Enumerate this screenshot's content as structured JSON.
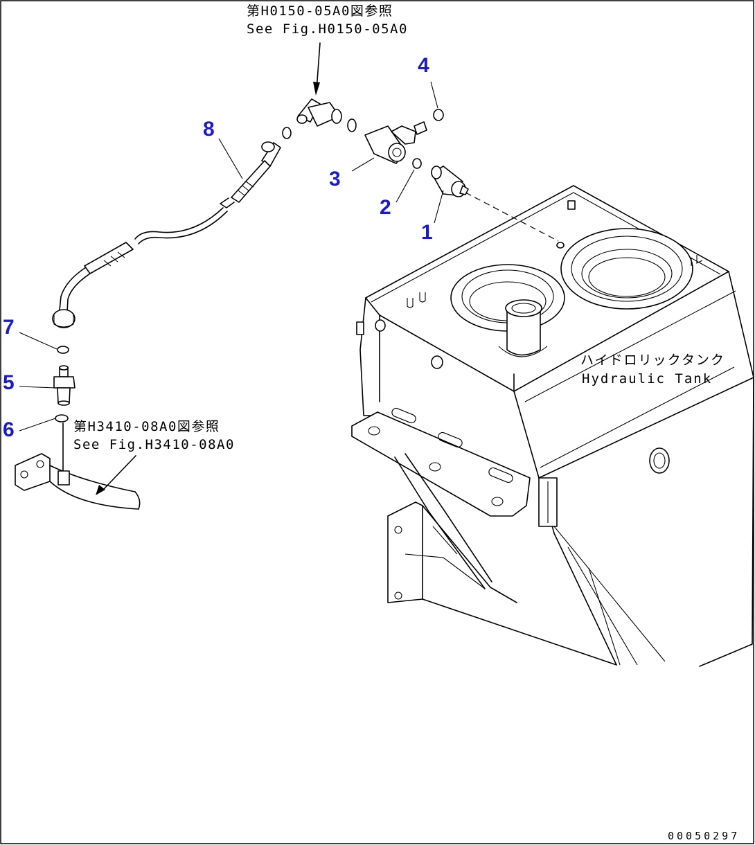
{
  "references": {
    "top_ja": "第H0150-05A0図参照",
    "top_en": "See Fig.H0150-05A0",
    "left_ja": "第H3410-08A0図参照",
    "left_en": "See Fig.H3410-08A0"
  },
  "tank_label": {
    "ja": "ハイドロリックタンク",
    "en": "Hydraulic Tank"
  },
  "callouts": {
    "c1": "1",
    "c2": "2",
    "c3": "3",
    "c4": "4",
    "c5": "5",
    "c6": "6",
    "c7": "7",
    "c8": "8"
  },
  "callout_color": "#1a1acc",
  "doc_id": "00050297"
}
